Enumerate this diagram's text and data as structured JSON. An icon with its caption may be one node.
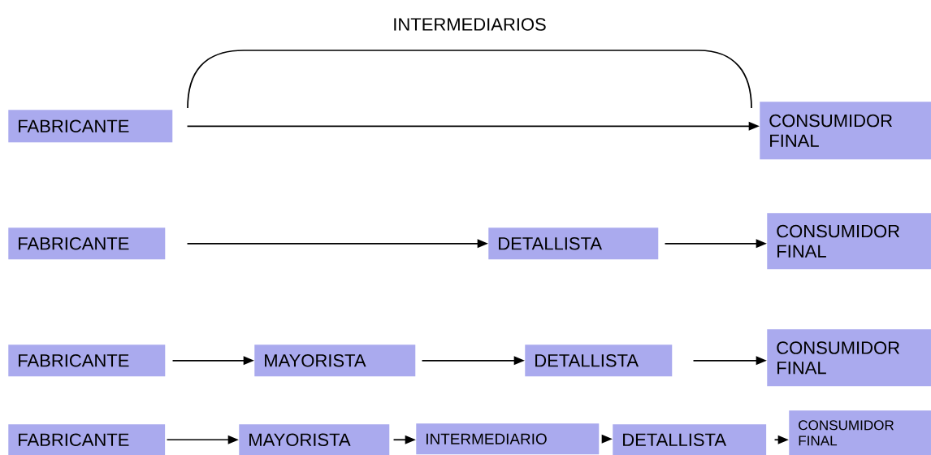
{
  "diagram": {
    "nodes": [
      {
        "text": [
          "FABRICANTE"
        ]
      },
      {
        "text": [
          "CONSUMIDOR FINAL"
        ]
      },
      {
        "text": [
          "FABRICANTE"
        ]
      },
      {
        "text": [
          "DETALLISTA"
        ]
      },
      {
        "text": [
          "CONSUMIDOR FINAL"
        ]
      },
      {
        "text": [
          "FABRICANTE"
        ]
      },
      {
        "text": [
          "MAYORISTA"
        ]
      },
      {
        "text": [
          "DETALLISTA"
        ]
      },
      {
        "text": [
          "CONSUMIDOR FINAL"
        ]
      },
      {
        "text": [
          "FABRICANTE"
        ]
      },
      {
        "text": [
          "MAYORISTA"
        ]
      },
      {
        "text": [
          "INTERMEDIARIO"
        ]
      },
      {
        "text": [
          "DETALLISTA"
        ]
      },
      {
        "text": [
          "CONSUMIDOR FINAL"
        ]
      }
    ],
    "edges": [
      {
        "from": 0,
        "to": 1,
        "arrow": "to"
      },
      {
        "from": 2,
        "to": 3,
        "arrow": "to"
      },
      {
        "from": 3,
        "to": 4,
        "arrow": "to"
      },
      {
        "from": 5,
        "to": 6,
        "arrow": "to"
      },
      {
        "from": 6,
        "to": 7,
        "arrow": "to"
      },
      {
        "from": 7,
        "to": 8,
        "arrow": "to"
      },
      {
        "from": 9,
        "to": 10,
        "arrow": "to"
      },
      {
        "from": 10,
        "to": 11,
        "arrow": "to"
      },
      {
        "from": 11,
        "to": 12,
        "arrow": "to"
      },
      {
        "from": 12,
        "to": 13,
        "arrow": "to"
      }
    ],
    "labels": [
      "INTERMEDIARIOS"
    ]
  }
}
